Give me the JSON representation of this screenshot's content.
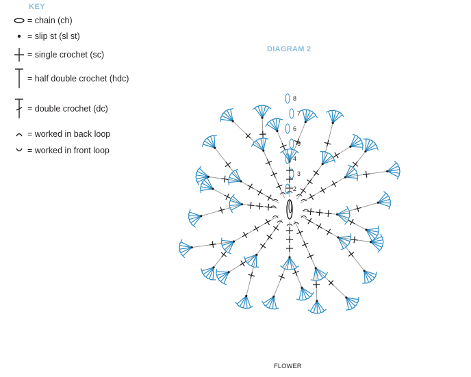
{
  "key": {
    "heading": "KEY",
    "items": [
      {
        "symbol": "chain-icon",
        "label": "= chain (ch)"
      },
      {
        "symbol": "slip-stitch-icon",
        "label": "= slip st (sl st)"
      },
      {
        "symbol": "single-crochet-icon",
        "label": "= single crochet (sc)"
      },
      {
        "symbol": "half-double-crochet-icon",
        "label": "= half double crochet (hdc)"
      },
      {
        "symbol": "double-crochet-icon",
        "label": "= double crochet (dc)"
      },
      {
        "symbol": "back-loop-icon",
        "label": "= worked in back loop"
      },
      {
        "symbol": "front-loop-icon",
        "label": "= worked in front loop"
      }
    ]
  },
  "diagram": {
    "title": "DIAGRAM 2",
    "caption": "FLOWER",
    "round_labels": [
      "2",
      "3",
      "4",
      "5",
      "6",
      "7",
      "8"
    ],
    "colors": {
      "ink": "#231f20",
      "accent": "#2b8cc4",
      "heading": "#8cc0e0",
      "connector": "#9a9a9a"
    }
  }
}
